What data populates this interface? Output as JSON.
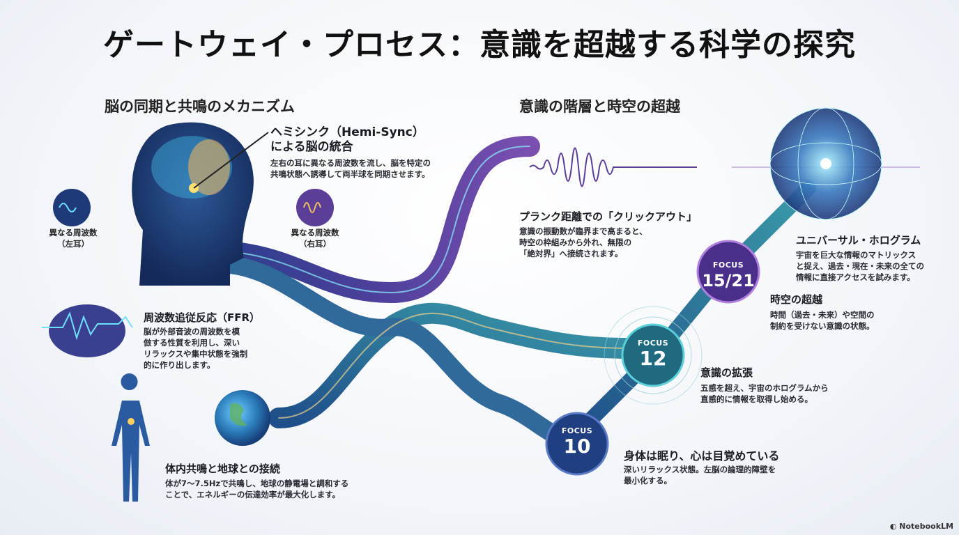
{
  "title": "ゲートウェイ・プロセス：意識を超越する科学の探究",
  "left_section": {
    "heading": "脳の同期と共鳴のメカニズム",
    "left_ear_label": [
      "異なる周波数",
      "（左耳）"
    ],
    "right_ear_label": [
      "異なる周波数",
      "（右耳）"
    ],
    "hemisync": {
      "title": [
        "ヘミシンク（Hemi-Sync）",
        "による脳の統合"
      ],
      "body": [
        "左右の耳に異なる周波数を流し、脳を特定の",
        "共鳴状態へ誘導して両半球を同期させます。"
      ]
    },
    "ffr": {
      "title": "周波数追従反応（FFR）",
      "body": [
        "脳が外部音波の周波数を模",
        "倣する性質を利用し、深い",
        "リラックスや集中状態を強制",
        "的に作り出します。"
      ]
    },
    "earth": {
      "title": "体内共鳴と地球との接続",
      "body": [
        "体が7〜7.5Hzで共鳴し、地球の静電場と調和する",
        "ことで、エネルギーの伝達効率が最大化します。"
      ]
    }
  },
  "right_section": {
    "heading": "意識の階層と時空の超越",
    "click_out": {
      "title": "プランク距離での「クリックアウト」",
      "body": [
        "意識の振動数が臨界まで高まると、",
        "時空の枠組みから外れ、無限の",
        "「絶対界」へ接続されます。"
      ]
    },
    "hologram": {
      "title": "ユニバーサル・ホログラム",
      "body": [
        "宇宙を巨大な情報のマトリックス",
        "と捉え、過去・現在・未来の全ての",
        "情報に直接アクセスを試みます。"
      ]
    },
    "focus_levels": [
      {
        "label": "FOCUS",
        "number": "10",
        "title": "身体は眠り、心は目覚めている",
        "body": [
          "深いリラックス状態。左脳の論理的障壁を",
          "最小化する。"
        ]
      },
      {
        "label": "FOCUS",
        "number": "12",
        "title": "意識の拡張",
        "body": [
          "五感を超え、宇宙のホログラムから",
          "直感的に情報を取得し始める。"
        ]
      },
      {
        "label": "FOCUS",
        "number": "15/21",
        "title": "時空の超越",
        "body": [
          "時間（過去・未来）や空間の",
          "制約を受けない意識の状態。"
        ]
      }
    ]
  },
  "brand": "NotebookLM",
  "colors": {
    "navy": "#1f2f6b",
    "purple": "#5b3d9a",
    "teal": "#2f8a9e",
    "cyan": "#5fe0ff"
  }
}
